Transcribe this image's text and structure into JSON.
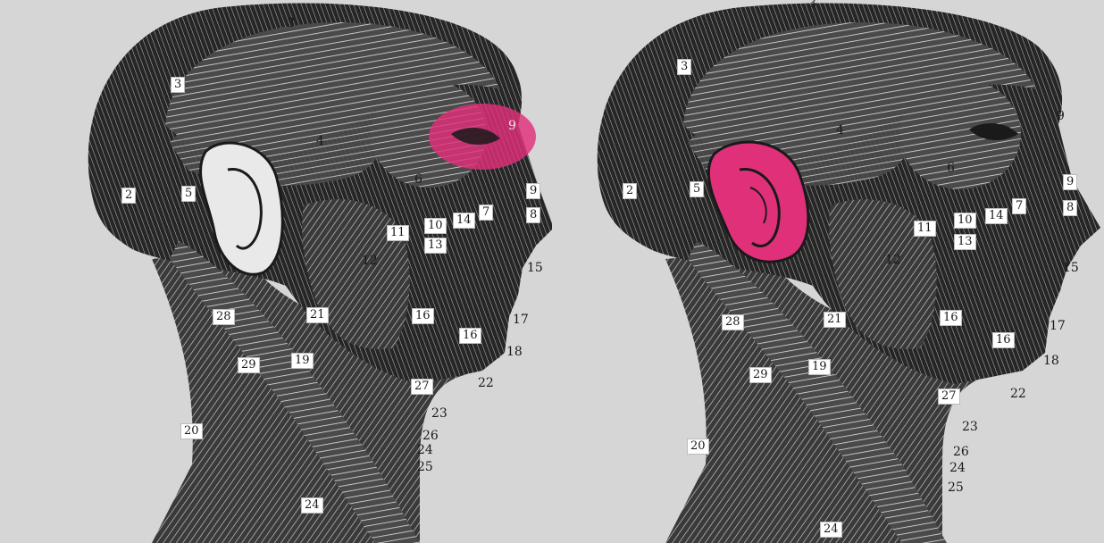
{
  "colors": {
    "background": "#d6d6d6",
    "engraving": "#1a1a1a",
    "highlight": "#e0307a"
  },
  "panels": [
    {
      "highlight_region": "eye-and-nose",
      "labels": {
        "n2": "2",
        "n3a": "3",
        "n3b": "3",
        "n4": "4",
        "n5": "5",
        "n6": "6",
        "n7": "7",
        "n8": "8",
        "n9a": "9",
        "n9b": "9",
        "n10": "10",
        "n11": "11",
        "n12": "12",
        "n13": "13",
        "n14": "14",
        "n15": "15",
        "n16a": "16",
        "n16b": "16",
        "n17": "17",
        "n18": "18",
        "n19": "19",
        "n20": "20",
        "n21": "21",
        "n22": "22",
        "n23": "23",
        "n24a": "24",
        "n24b": "24",
        "n25": "25",
        "n26": "26",
        "n27": "27",
        "n28": "28",
        "n29": "29"
      }
    },
    {
      "highlight_region": "ear",
      "labels": {
        "n2": "2",
        "n3a": "3",
        "n3b": "3",
        "n4": "4",
        "n5": "5",
        "n6": "6",
        "n7": "7",
        "n8": "8",
        "n9a": "9",
        "n9b": "9",
        "n10": "10",
        "n11": "11",
        "n12": "12",
        "n13": "13",
        "n14": "14",
        "n15": "15",
        "n16a": "16",
        "n16b": "16",
        "n17": "17",
        "n18": "18",
        "n19": "19",
        "n20": "20",
        "n21": "21",
        "n22": "22",
        "n23": "23",
        "n24a": "24",
        "n24b": "24",
        "n25": "25",
        "n26": "26",
        "n27": "27",
        "n28": "28",
        "n29": "29"
      }
    }
  ]
}
